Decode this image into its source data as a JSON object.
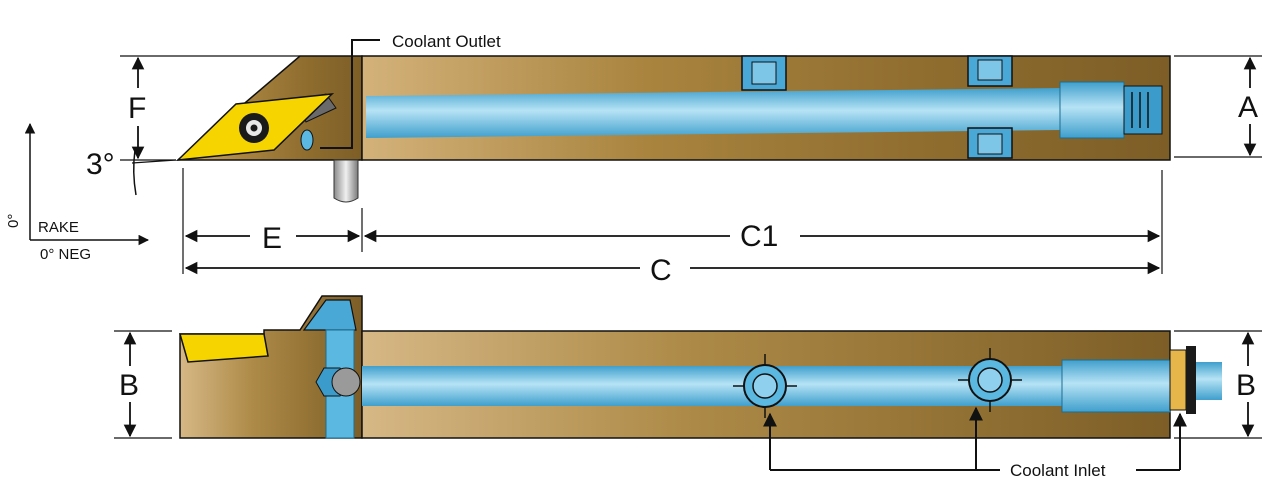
{
  "labels": {
    "coolant_outlet": "Coolant Outlet",
    "coolant_inlet": "Coolant Inlet",
    "dim_f": "F",
    "dim_a": "A",
    "dim_b_left": "B",
    "dim_b_right": "B",
    "dim_e": "E",
    "dim_c1": "C1",
    "dim_c": "C",
    "angle_3": "3°",
    "rake_zero": "0°",
    "rake": "RAKE",
    "neg": "0° NEG"
  },
  "colors": {
    "body_light": "#caa56c",
    "body_dark": "#8a6a2c",
    "coolant": "#5bb8e0",
    "coolant_light": "#a8dcf2",
    "insert": "#f5d400",
    "outline": "#111111"
  }
}
